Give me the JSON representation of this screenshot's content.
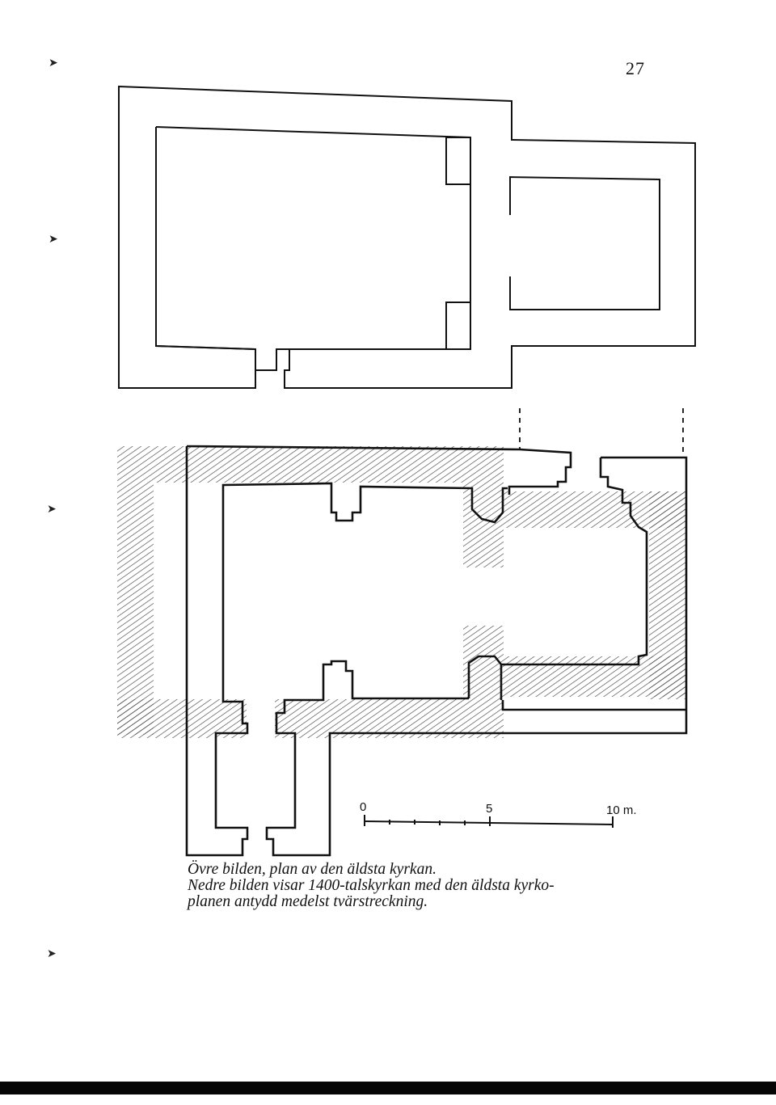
{
  "page_number": "27",
  "scale_bar": {
    "tick_0": "0",
    "tick_5": "5",
    "tick_10": "10 m."
  },
  "caption": {
    "line1": "Övre bilden, plan av den äldsta kyrkan.",
    "line2": "Nedre bilden visar 1400-talskyrkan med den äldsta kyrko-",
    "line3": "planen antydd medelst tvärstreckning."
  },
  "colors": {
    "ink": "#111111",
    "paper": "#ffffff",
    "hatch": "#444444"
  }
}
